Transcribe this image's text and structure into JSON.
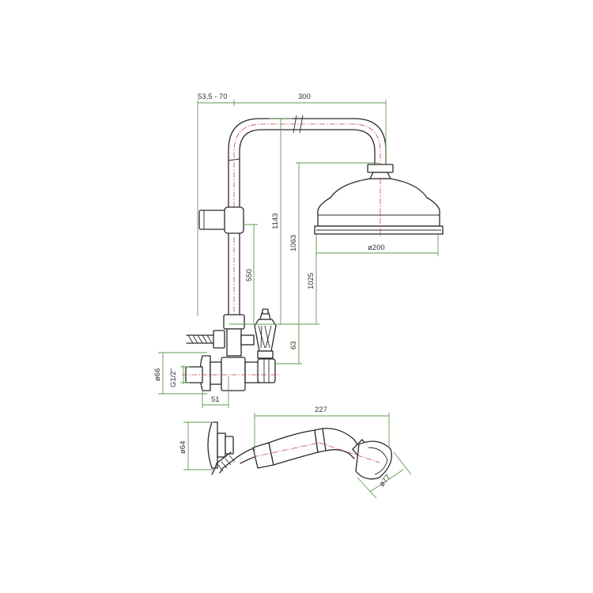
{
  "dimensions": {
    "offset_range": "53,5 - 70",
    "reach": "300",
    "height_overall": "1143",
    "height_arm": "1063",
    "height_head": "1025",
    "slider_height": "550",
    "valve_offset": "63",
    "wall_flange_diameter": "ø66",
    "inlet_thread": "G1/2\"",
    "wall_depth": "51",
    "handset_length": "227",
    "hose_flange_diameter": "ø64",
    "handset_head_diameter": "ø77",
    "shower_head_diameter": "ø200"
  }
}
